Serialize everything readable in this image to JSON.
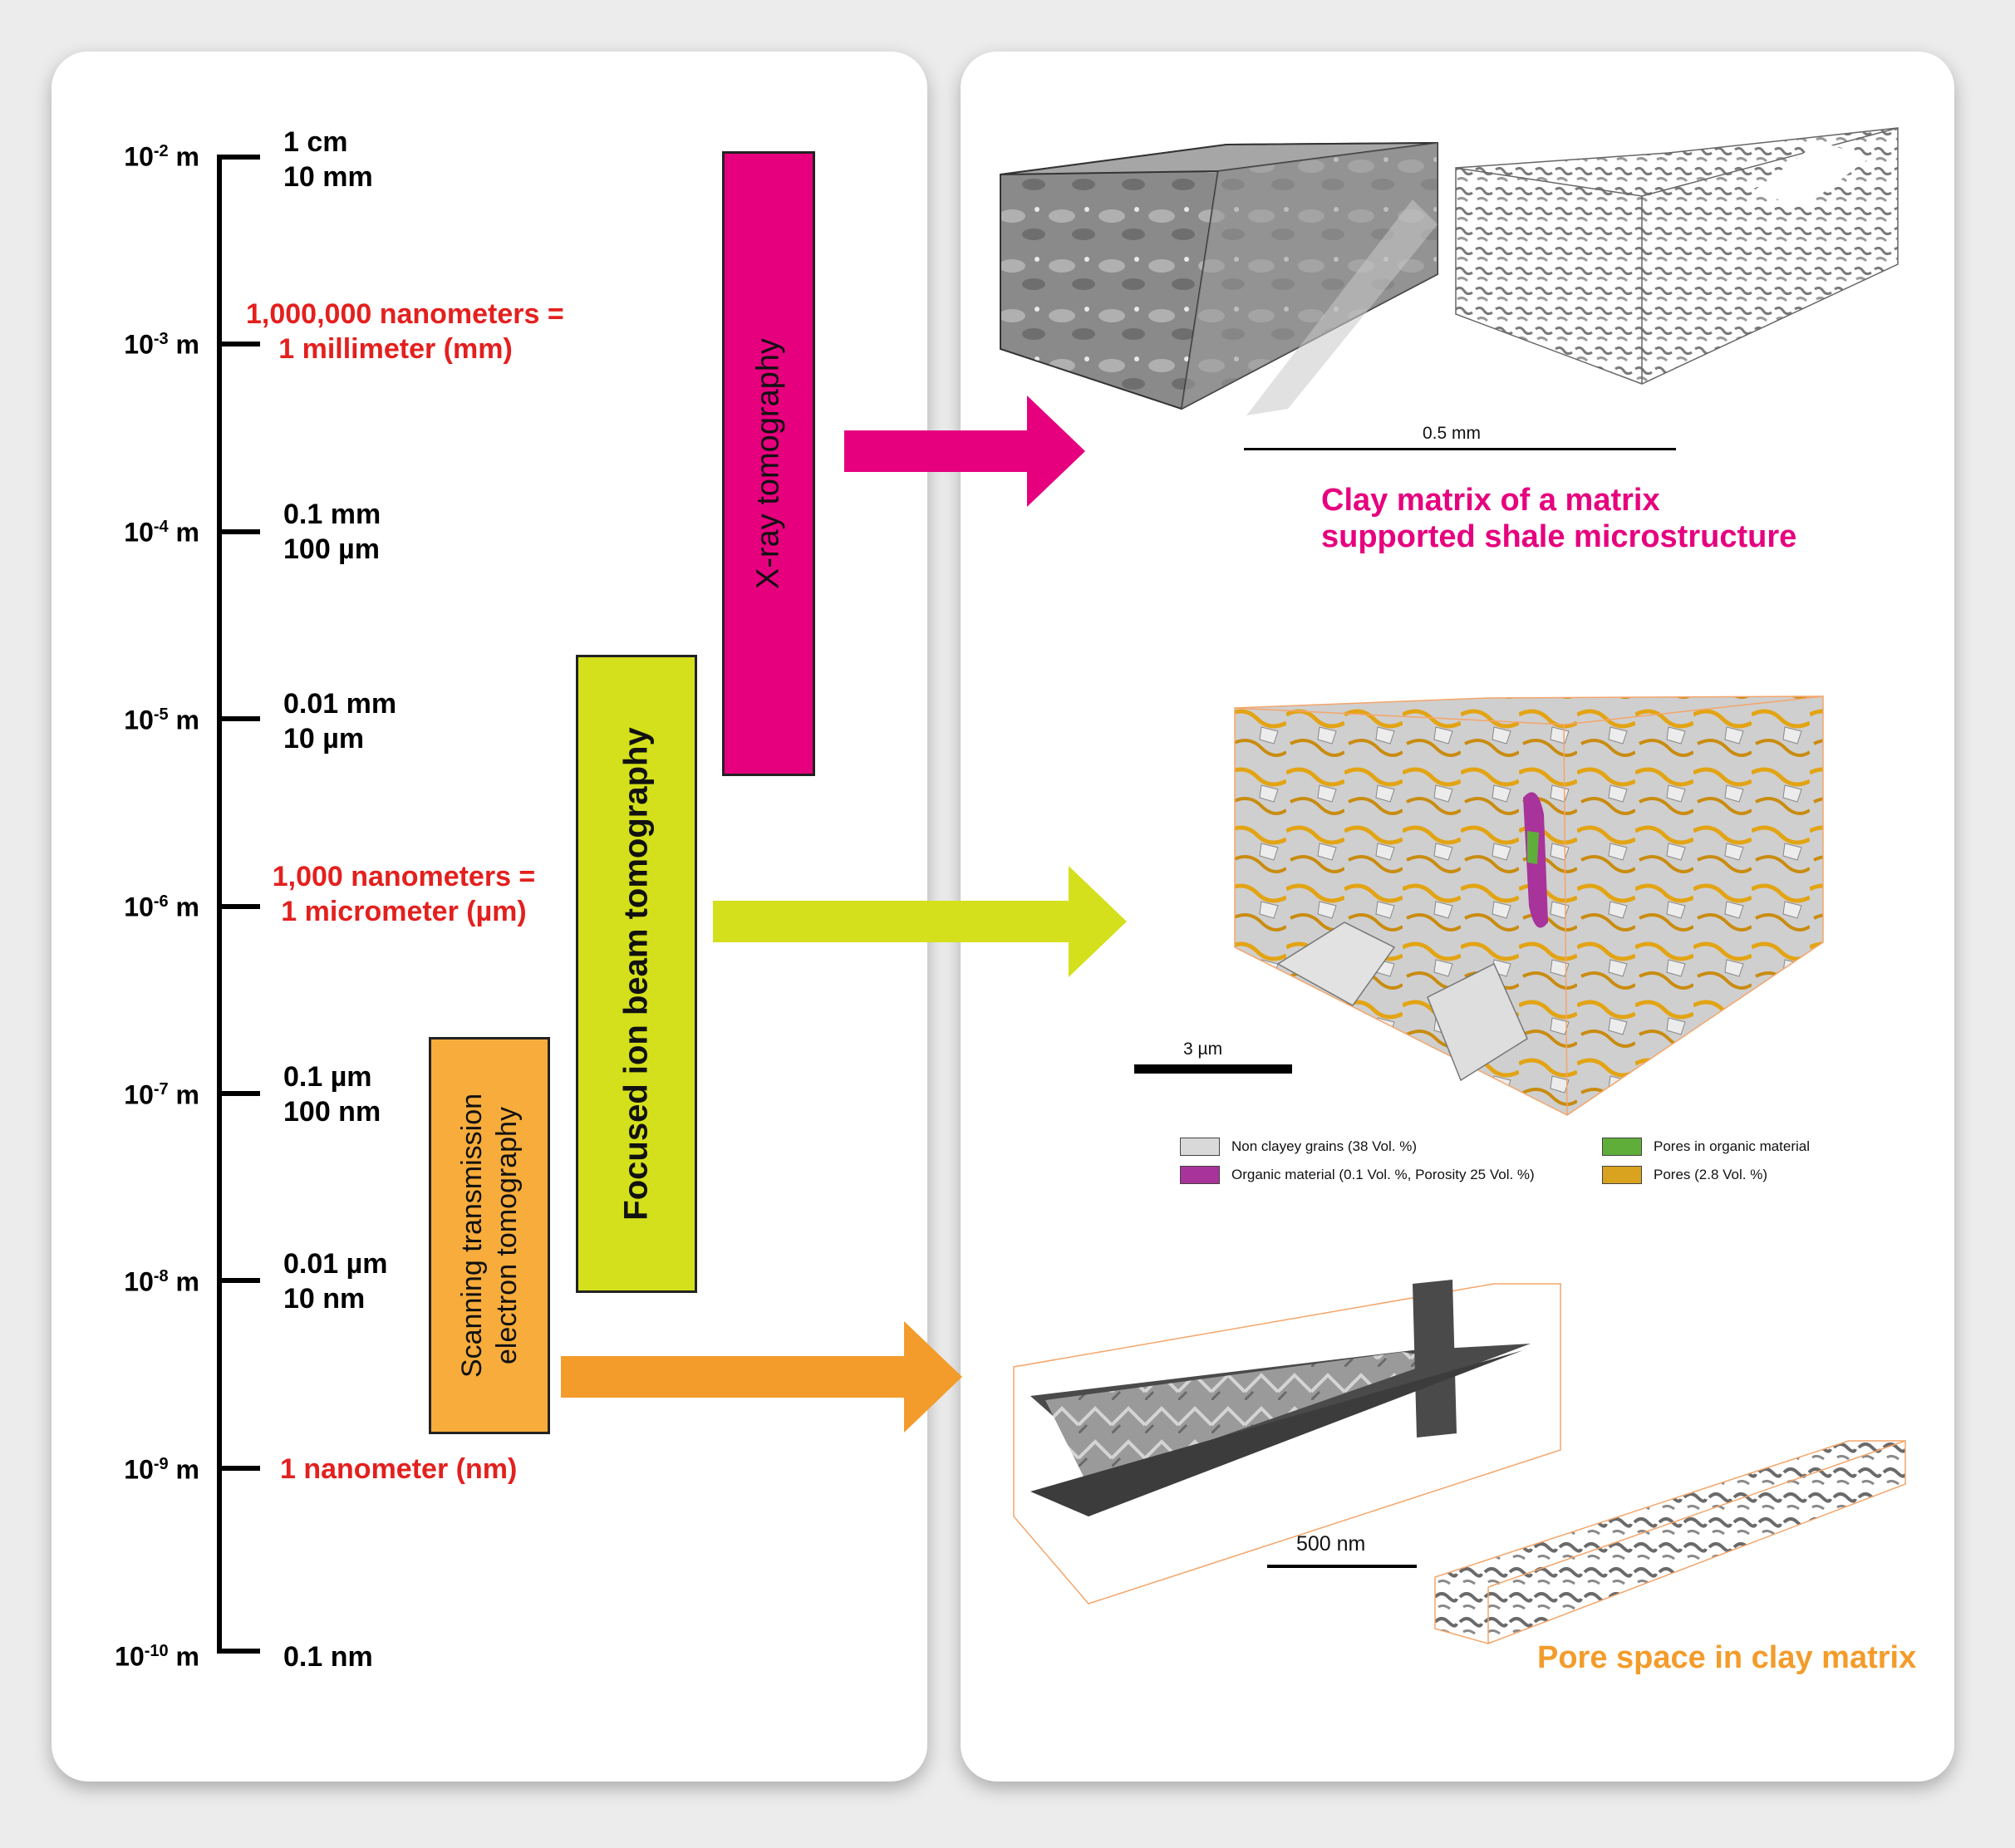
{
  "scale": {
    "levels": [
      {
        "exponent": "-2",
        "labels": [
          "1 cm",
          "10 mm"
        ],
        "highlight": false
      },
      {
        "exponent": "-3",
        "labels": [
          "1,000,000 nanometers =",
          "1 millimeter (mm)"
        ],
        "highlight": true
      },
      {
        "exponent": "-4",
        "labels": [
          "0.1 mm",
          "100 µm"
        ],
        "highlight": false
      },
      {
        "exponent": "-5",
        "labels": [
          "0.01 mm",
          "10 µm"
        ],
        "highlight": false
      },
      {
        "exponent": "-6",
        "labels": [
          "1,000 nanometers =",
          "1 micrometer (µm)"
        ],
        "highlight": true
      },
      {
        "exponent": "-7",
        "labels": [
          "0.1 µm",
          "100 nm"
        ],
        "highlight": false
      },
      {
        "exponent": "-8",
        "labels": [
          "0.01 µm",
          "10 nm"
        ],
        "highlight": false
      },
      {
        "exponent": "-9",
        "labels": [
          "1 nanometer (nm)"
        ],
        "highlight": true
      },
      {
        "exponent": "-10",
        "labels": [
          "0.1 nm"
        ],
        "highlight": false
      }
    ],
    "unit": "m",
    "base": "10"
  },
  "methods": [
    {
      "label": "X-ray tomography",
      "color": "#e6007e"
    },
    {
      "label": "Focused ion beam tomography",
      "color": "#d4e01c"
    },
    {
      "label": "Scanning transmission electron tomography",
      "color": "#f7ac3b"
    }
  ],
  "xray_panel": {
    "scale_bar": "0.5 mm",
    "caption": [
      "Clay matrix of a matrix",
      "supported shale microstructure"
    ],
    "caption_color": "#e6007e"
  },
  "fib_panel": {
    "scale_bar": "3 µm",
    "legend": [
      {
        "label": "Non clayey grains (38 Vol. %)",
        "color": "#d9d9d9"
      },
      {
        "label": "Organic material (0.1 Vol. %, Porosity 25 Vol. %)",
        "color": "#a8339a"
      },
      {
        "label": "Pores in organic material",
        "color": "#5fae3a"
      },
      {
        "label": "Pores (2.8 Vol. %)",
        "color": "#d9a21f"
      }
    ]
  },
  "stem_panel": {
    "scale_bar": "500 nm",
    "caption": "Pore space in clay matrix",
    "caption_color": "#f39c2b"
  }
}
